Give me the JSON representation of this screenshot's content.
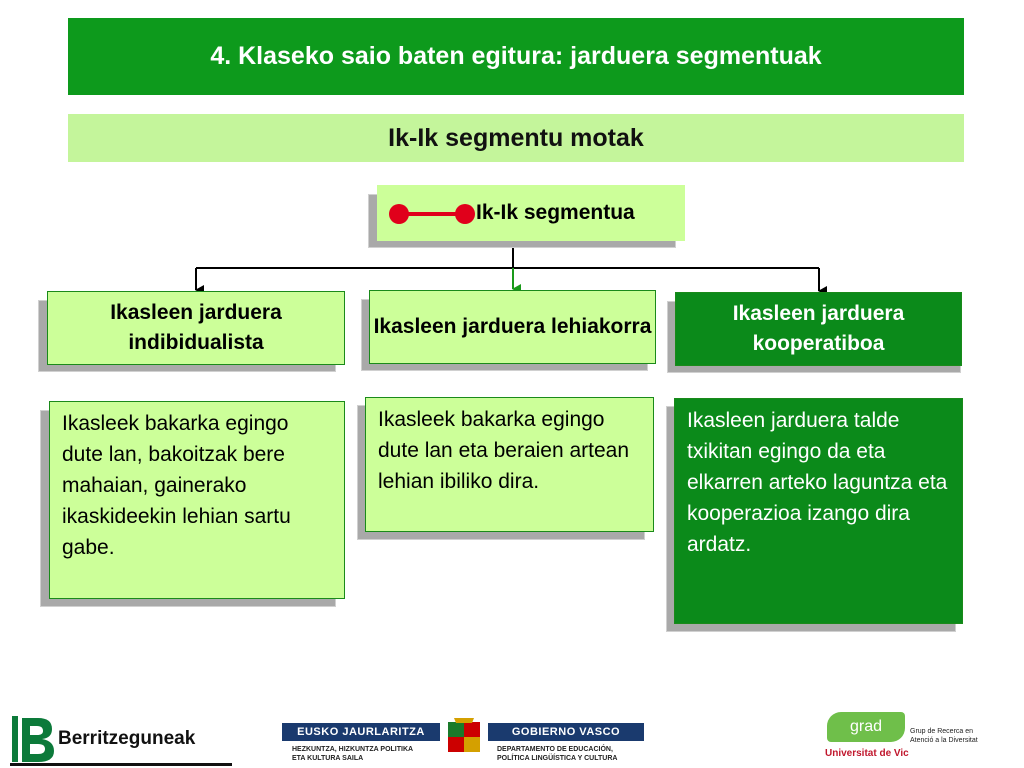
{
  "header": {
    "title": "4. Klaseko saio baten egitura: jarduera segmentuak",
    "subtitle": "Ik-Ik segmentu motak"
  },
  "root": {
    "label": "Ik-Ik segmentua",
    "icon": "dumbbell-connector-icon"
  },
  "categories": [
    {
      "title": "Ikasleen jarduera indibidualista",
      "description": "Ikasleek bakarka egingo dute lan, bakoitzak bere mahaian, gainerako ikaskideekin lehian sartu gabe.",
      "style": "light"
    },
    {
      "title": "Ikasleen jarduera lehiakorra",
      "description": "Ikasleek bakarka egingo dute lan eta beraien artean lehian ibiliko dira.",
      "style": "light"
    },
    {
      "title": "Ikasleen jarduera kooperatiboa",
      "description": "Ikasleen jarduera talde txikitan egingo da eta elkarren arteko laguntza eta kooperazioa izango dira ardatz.",
      "style": "dark"
    }
  ],
  "footer": {
    "berritzeguneak": "Berritzeguneak",
    "gov_left": "EUSKO JAURLARITZA",
    "gov_right": "GOBIERNO VASCO",
    "dept_left_1": "HEZKUNTZA, HIZKUNTZA POLITIKA",
    "dept_left_2": "ETA KULTURA SAILA",
    "dept_right_1": "DEPARTAMENTO DE EDUCACIÓN,",
    "dept_right_2": "POLÍTICA LINGÜÍSTICA Y CULTURA",
    "grad": "grad",
    "grad_desc_1": "Grup de Recerca en",
    "grad_desc_2": "Atenció a la Diversitat",
    "university": "Universitat de Vic"
  },
  "colors": {
    "title_bg": "#0d9a1c",
    "subtitle_bg": "#c4f59b",
    "light_box": "#ccff99",
    "dark_box": "#0b8a1a",
    "connector_red": "#e0001b"
  }
}
